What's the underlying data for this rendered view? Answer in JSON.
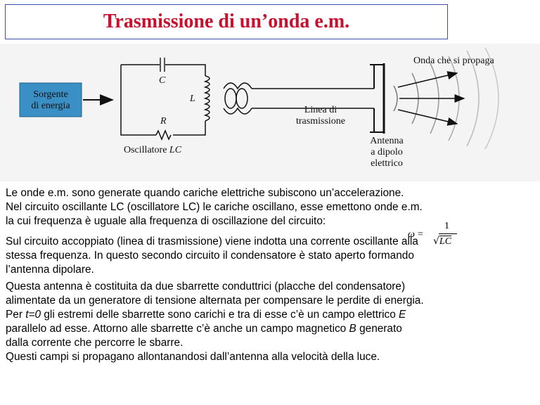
{
  "title": "Trasmissione di un’onda e.m.",
  "figure": {
    "source_box": [
      "Sorgente",
      "di energia"
    ],
    "capacitor_label": "C",
    "inductor_label": "L",
    "resistor_label": "R",
    "oscillator_label": "Oscillatore",
    "oscillator_label_italic": "LC",
    "line_label": [
      "Linea di",
      "trasmissione"
    ],
    "antenna_label": [
      "Antenna",
      "a dipolo",
      "elettrico"
    ],
    "wave_label": "Onda che si propaga"
  },
  "paragraphs": {
    "p1": [
      "Le onde e.m. sono generate quando cariche elettriche subiscono un’accelerazione.",
      "Nel circuito oscillante LC (oscillatore LC) le cariche oscillano, esse emettono onde e.m.",
      "la cui frequenza è uguale alla frequenza di oscillazione del circuito:"
    ],
    "p2": [
      "Sul circuito accoppiato (linea di trasmissione) viene indotta una corrente oscillante alla",
      "stessa frequenza. In questo secondo circuito il condensatore è stato aperto formando",
      "l’antenna dipolare."
    ],
    "p3_l1": "Questa antenna è costituita da due sbarrette conduttrici (placche del condensatore)",
    "p3_l2": "alimentate da un generatore di tensione alternata per compensare le perdite di energia.",
    "p3_l3": {
      "a": "Per ",
      "t0": "t=0",
      "b": " gli estremi delle sbarrette sono carichi e tra di esse c’è un campo elettrico ",
      "E": "E"
    },
    "p3_l4": {
      "a": "parallelo ad esse. Attorno alle sbarrette c’è anche un campo magnetico ",
      "B": "B",
      "b": " generato"
    },
    "p3_l5": "dalla corrente che percorre le sbarre.",
    "p3_l6": "Questi campi si propagano allontanandosi dall’antenna alla velocità della luce."
  },
  "formula": {
    "omega": "ω",
    "equals": "=",
    "numerator": "1",
    "radical": "√",
    "radicand": "LC"
  },
  "colors": {
    "title": "#c8102e",
    "title_border": "#3e4fa8",
    "source_box": "#3a8fc4"
  }
}
